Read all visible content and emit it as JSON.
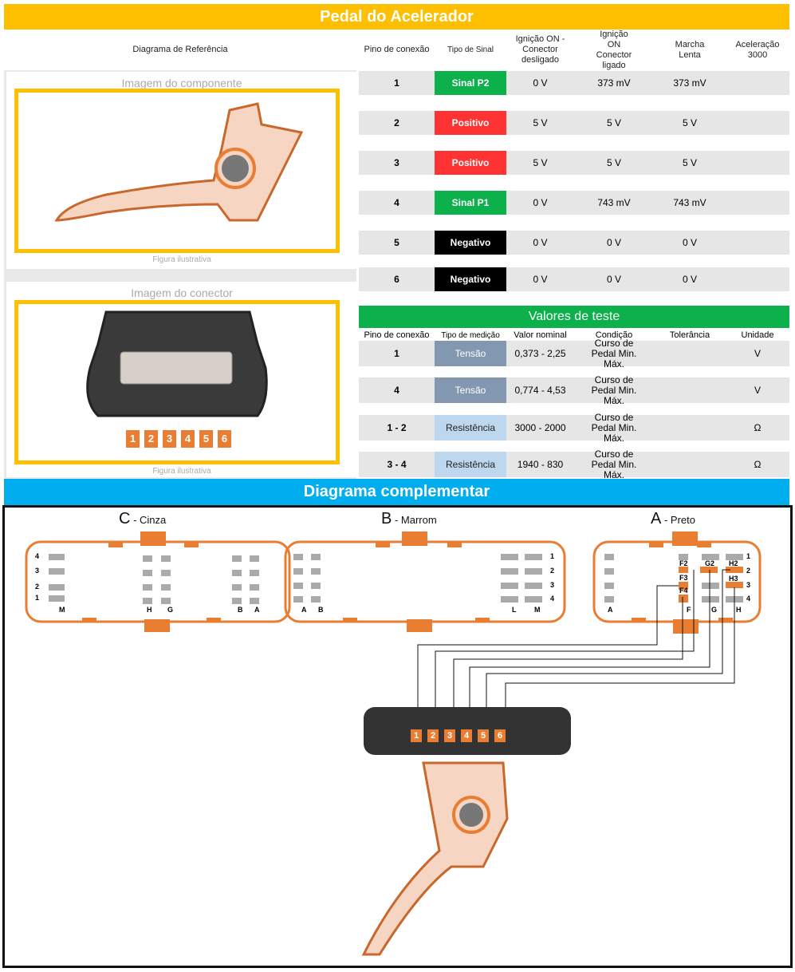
{
  "title": "Pedal do Acelerador",
  "header": {
    "ref": "Diagrama de Referência",
    "pin": "Pino de conexão",
    "type": "Tipo de Sinal",
    "ign_off": "Ignição ON - Conector desligado",
    "ign_on": "Ignição ON Conector ligado",
    "idle": "Marcha Lenta",
    "accel": "Aceleração 3000"
  },
  "left": {
    "component_caption": "Imagem do componente",
    "component_note": "Figura ilustrativa",
    "connector_caption": "Imagem do conector",
    "connector_note": "Figura ilustrativa",
    "connector_pins": [
      "1",
      "2",
      "3",
      "4",
      "5",
      "6"
    ]
  },
  "colors": {
    "green": "#0db14b",
    "red": "#ff3333",
    "black": "#000000",
    "accent": "#fdbf00",
    "blue": "#00aeef",
    "orange": "#e97d31"
  },
  "pins": [
    {
      "pin": "1",
      "signal": "Sinal P2",
      "color": "#0db14b",
      "ign_off": "0 V",
      "ign_on": "373 mV",
      "idle": "373 mV",
      "accel": ""
    },
    {
      "pin": "2",
      "signal": "Positivo",
      "color": "#ff3333",
      "ign_off": "5 V",
      "ign_on": "5 V",
      "idle": "5 V",
      "accel": ""
    },
    {
      "pin": "3",
      "signal": "Positivo",
      "color": "#ff3333",
      "ign_off": "5 V",
      "ign_on": "5 V",
      "idle": "5 V",
      "accel": ""
    },
    {
      "pin": "4",
      "signal": "Sinal P1",
      "color": "#0db14b",
      "ign_off": "0 V",
      "ign_on": "743 mV",
      "idle": "743 mV",
      "accel": ""
    },
    {
      "pin": "5",
      "signal": "Negativo",
      "color": "#000000",
      "ign_off": "0 V",
      "ign_on": "0 V",
      "idle": "0 V",
      "accel": ""
    },
    {
      "pin": "6",
      "signal": "Negativo",
      "color": "#000000",
      "ign_off": "0 V",
      "ign_on": "0 V",
      "idle": "0 V",
      "accel": ""
    }
  ],
  "tests": {
    "title": "Valores de teste",
    "headers": {
      "pin": "Pino de conexão",
      "type": "Tipo de medição",
      "nominal": "Valor nominal",
      "condition": "Condição",
      "tolerance": "Tolerância",
      "unit": "Unidade"
    },
    "rows": [
      {
        "pin": "1",
        "type": "Tensão",
        "color": "#8497b0",
        "text": "#ffffff",
        "nominal": "0,373 - 2,25",
        "condition": "Curso de Pedal Min. Máx.",
        "tolerance": "",
        "unit": "V"
      },
      {
        "pin": "4",
        "type": "Tensão",
        "color": "#8497b0",
        "text": "#ffffff",
        "nominal": "0,774 - 4,53",
        "condition": "Curso de Pedal Min. Máx.",
        "tolerance": "",
        "unit": "V"
      },
      {
        "pin": "1 - 2",
        "type": "Resistência",
        "color": "#bdd7ee",
        "text": "#222222",
        "nominal": "3000 - 2000",
        "condition": "Curso de Pedal Min. Máx.",
        "tolerance": "",
        "unit": "Ω"
      },
      {
        "pin": "3 - 4",
        "type": "Resistência",
        "color": "#bdd7ee",
        "text": "#222222",
        "nominal": "1940 - 830",
        "condition": "Curso de Pedal Min. Máx.",
        "tolerance": "",
        "unit": "Ω"
      }
    ]
  },
  "complement": {
    "title": "Diagrama complementar",
    "connectors": [
      {
        "letter": "C",
        "name": "Cinza",
        "rows": [
          "4",
          "3",
          "2",
          "1"
        ],
        "cols": [
          "M",
          "H",
          "G",
          "B",
          "A"
        ]
      },
      {
        "letter": "B",
        "name": "Marrom",
        "rows": [
          "1",
          "2",
          "3",
          "4"
        ],
        "cols": [
          "A",
          "B",
          "L",
          "M"
        ]
      },
      {
        "letter": "A",
        "name": "Preto",
        "rows": [
          "1",
          "2",
          "3",
          "4"
        ],
        "cols": [
          "A",
          "F",
          "G",
          "H"
        ],
        "pins": [
          "F2",
          "F3",
          "F4",
          "G2",
          "H2",
          "H3"
        ]
      }
    ],
    "sensor_pins": [
      "1",
      "2",
      "3",
      "4",
      "5",
      "6"
    ]
  }
}
